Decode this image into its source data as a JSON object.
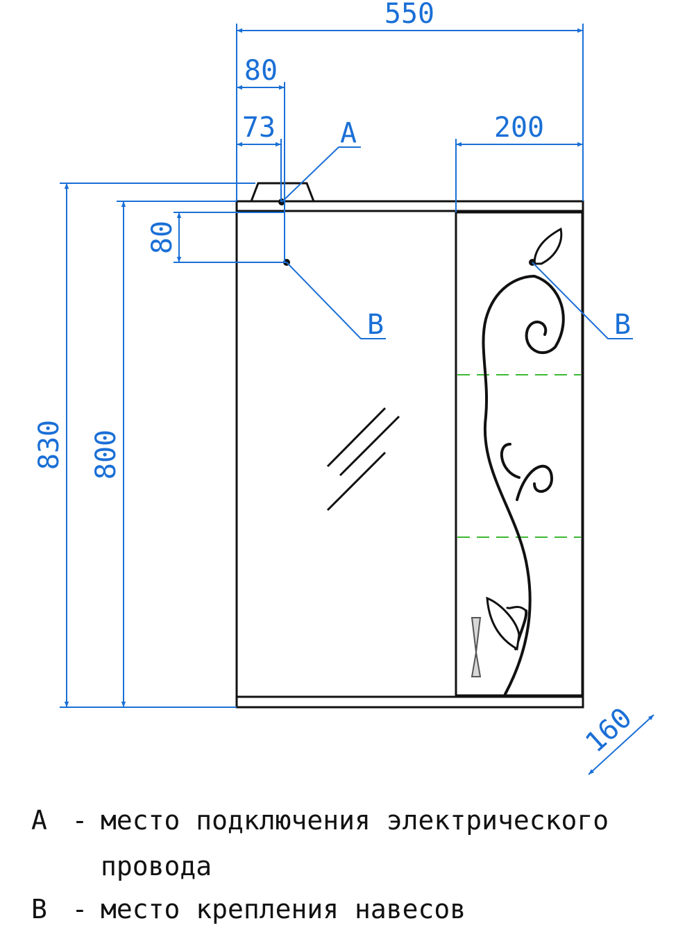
{
  "dimensions": {
    "total_width": "550",
    "offset_80": "80",
    "offset_73": "73",
    "door_width": "200",
    "total_height": "830",
    "body_height": "800",
    "vertical_80": "80",
    "depth": "160"
  },
  "markers": {
    "a": "A",
    "b_left": "B",
    "b_right": "B"
  },
  "legend": {
    "a_letter": "A",
    "a_dash": "-",
    "a_text_line1": "место подключения электрического",
    "a_text_line2": "провода",
    "b_letter": "B",
    "b_dash": "-",
    "b_text": "место крепления навесов"
  },
  "colors": {
    "dimension": "#1a6fd6",
    "outline": "#111111",
    "shelf_dash": "#3cb832"
  }
}
